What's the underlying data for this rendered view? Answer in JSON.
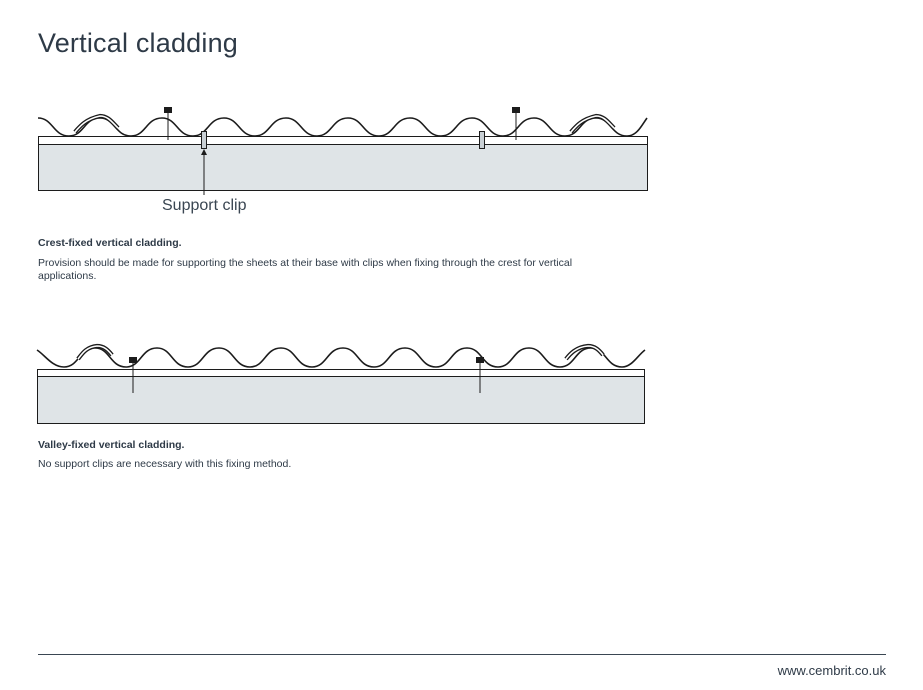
{
  "page": {
    "title": "Vertical cladding",
    "footer_url": "www.cembrit.co.uk"
  },
  "diagram_crest": {
    "callout_label": "Support clip",
    "caption_title": "Crest-fixed vertical cladding.",
    "caption_body": "Provision should be made for supporting the sheets at their base with clips when fixing through the crest for vertical applications."
  },
  "diagram_valley": {
    "caption_title": "Valley-fixed vertical cladding.",
    "caption_body": "No support clips are necessary with this fixing method."
  },
  "colors": {
    "ink": "#2e3a47",
    "panel_fill": "#dfe4e7",
    "line": "#1c1c1c"
  }
}
